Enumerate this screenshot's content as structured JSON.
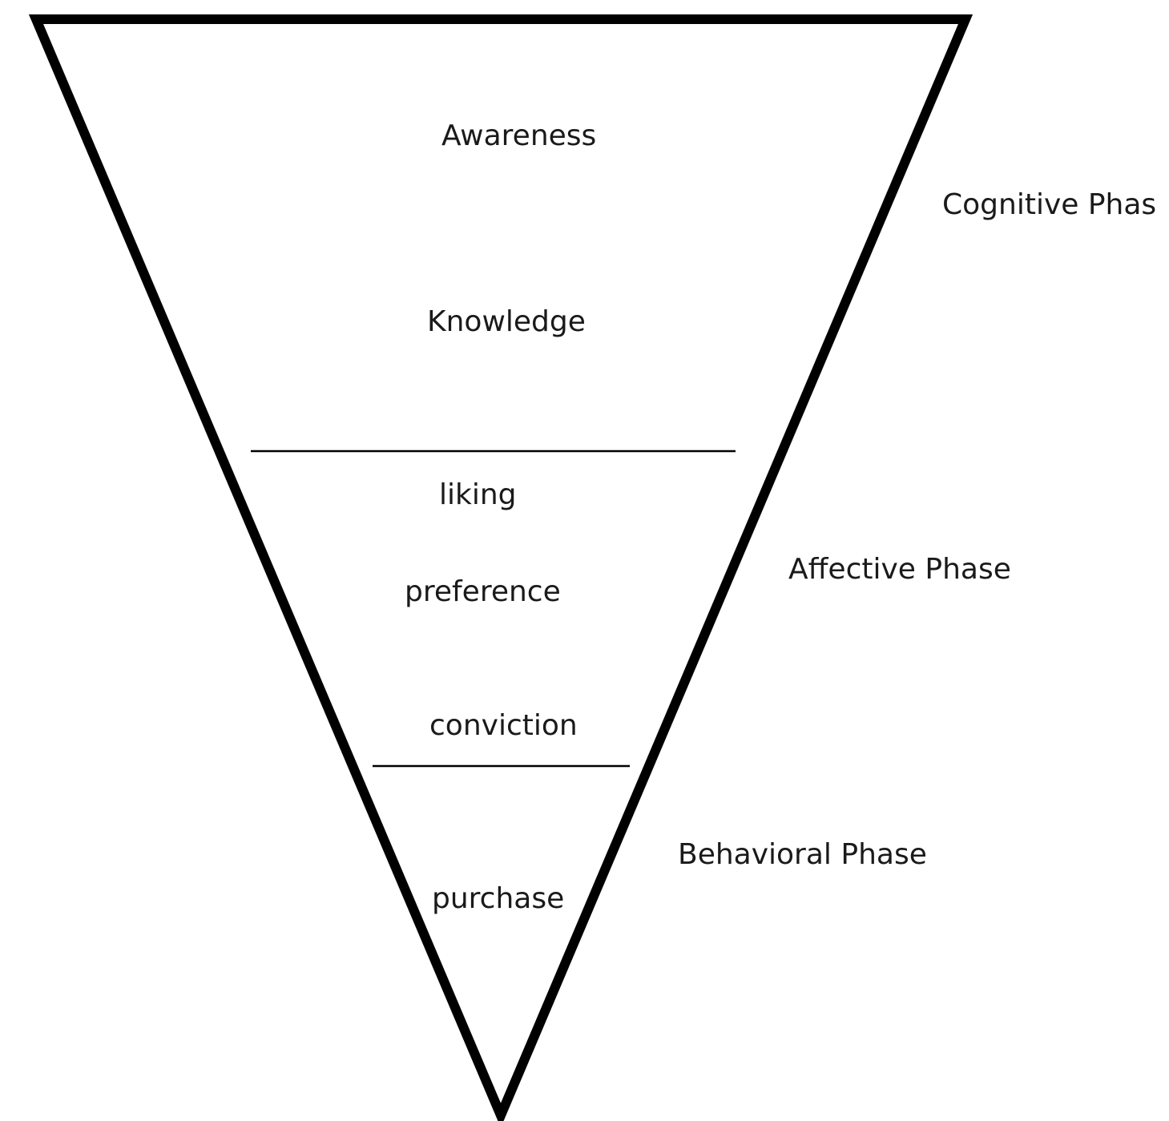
{
  "diagram": {
    "stages": [
      {
        "label": "Awareness"
      },
      {
        "label": "Knowledge"
      },
      {
        "label": "liking"
      },
      {
        "label": "preference"
      },
      {
        "label": "conviction"
      },
      {
        "label": "purchase"
      }
    ],
    "phases": [
      {
        "label": "Cognitive Phas"
      },
      {
        "label": "Affective Phase"
      },
      {
        "label": "Behavioral Phase"
      }
    ],
    "colors": {
      "stroke": "#000000",
      "text": "#1a1a1a",
      "background": "#ffffff"
    }
  }
}
